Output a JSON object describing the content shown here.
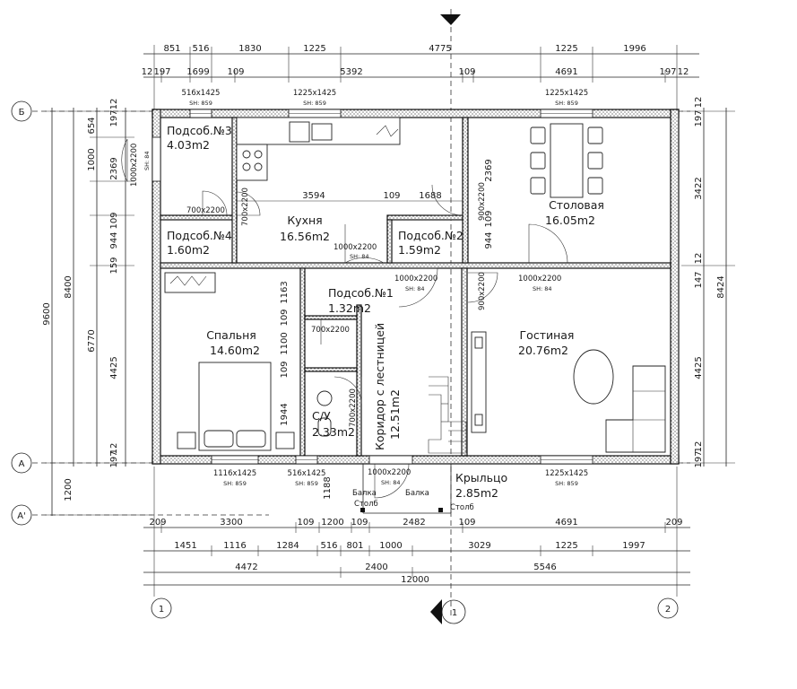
{
  "dims_top_row1": [
    "851",
    "516",
    "1830",
    "1225",
    "4775",
    "1225",
    "1996"
  ],
  "dims_top_row2": [
    "12",
    "197",
    "1699",
    "109",
    "5392",
    "109",
    "4691",
    "197",
    "12"
  ],
  "windows_top": [
    {
      "size": "516x1425",
      "sh": "SH: 859"
    },
    {
      "size": "1225x1425",
      "sh": "SH: 859"
    },
    {
      "size": "1225x1425",
      "sh": "SH: 859"
    }
  ],
  "dims_left_outer": [
    "9600",
    "8400"
  ],
  "dims_left_mid": [
    "654",
    "1000",
    "2369",
    "944",
    "6770",
    "4425",
    "1200"
  ],
  "dims_left_inner": [
    "12",
    "197",
    "109",
    "159",
    "12",
    "197"
  ],
  "dims_right_outer": [
    "8424"
  ],
  "dims_right": [
    "3422",
    "4425"
  ],
  "dims_right_small": [
    "12",
    "197",
    "147",
    "12",
    "12",
    "197"
  ],
  "axes": {
    "B": "Б",
    "A": "А",
    "A1": "А'",
    "c1": "1",
    "c2": "2",
    "section": "1"
  },
  "rooms": [
    {
      "name": "Подсоб.№3",
      "area": "4.03m2"
    },
    {
      "name": "Подсоб.№4",
      "area": "1.60m2"
    },
    {
      "name": "Кухня",
      "area": "16.56m2"
    },
    {
      "name": "Подсоб.№2",
      "area": "1.59m2"
    },
    {
      "name": "Столовая",
      "area": "16.05m2"
    },
    {
      "name": "Спальня",
      "area": "14.60m2"
    },
    {
      "name": "Подсоб.№1",
      "area": "1.32m2"
    },
    {
      "name": "Гостиная",
      "area": "20.76m2"
    },
    {
      "name": "С/У",
      "area": "2.33m2"
    },
    {
      "name": "Коридор с лестницей",
      "area": "12.51m2"
    },
    {
      "name": "Крыльцо",
      "area": "2.85m2"
    }
  ],
  "doors": [
    {
      "size": "1000x2200",
      "sh": "SH: 84"
    },
    {
      "size": "700x2200"
    },
    {
      "size": "700x2200"
    },
    {
      "size": "900x2200"
    },
    {
      "size": "1000x2200",
      "sh": "SH: 84"
    },
    {
      "size": "1000x2200",
      "sh": "SH: 84"
    },
    {
      "size": "1000x2200",
      "sh": "SH: 84"
    },
    {
      "size": "900x2200"
    },
    {
      "size": "700x2200"
    },
    {
      "size": "700x2200"
    },
    {
      "size": "1000x2200",
      "sh": "SH: 84"
    }
  ],
  "interior_dims": [
    "3594",
    "109",
    "1688",
    "2369",
    "944",
    "109",
    "1163",
    "109",
    "1100",
    "109",
    "1944",
    "1188"
  ],
  "windows_bottom": [
    {
      "size": "1116x1425",
      "sh": "SH: 859"
    },
    {
      "size": "516x1425",
      "sh": "SH: 859"
    },
    {
      "size": "1225x1425",
      "sh": "SH: 859"
    }
  ],
  "porch_labels": [
    "Балка",
    "Столб",
    "Балка",
    "Столб"
  ],
  "dims_bottom_row1": [
    "209",
    "3300",
    "109",
    "1200",
    "109",
    "2482",
    "109",
    "4691",
    "209"
  ],
  "dims_bottom_row2": [
    "1451",
    "1116",
    "1284",
    "516",
    "801",
    "1000",
    "3029",
    "1225",
    "1997"
  ],
  "dims_bottom_row3": [
    "4472",
    "2400",
    "5546"
  ],
  "dims_bottom_total": "12000"
}
